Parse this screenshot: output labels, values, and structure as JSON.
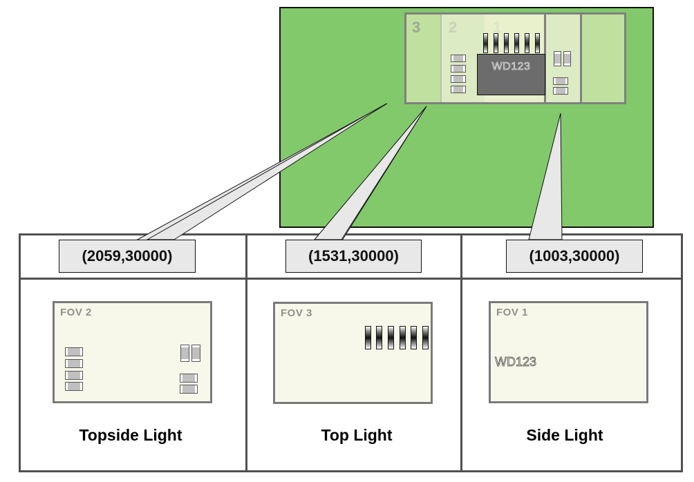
{
  "board": {
    "fov_zones": [
      {
        "id": "3",
        "label": "3"
      },
      {
        "id": "2",
        "label": "2"
      },
      {
        "id": "1",
        "label": "1"
      }
    ],
    "chip_label": "WD123",
    "colors": {
      "board_green": "#82c96c",
      "zone_light": "#c0e09f",
      "chip_gray": "#6c6c6c",
      "callout_fill": "#e8e8e8",
      "fov_background": "#f8f8ea"
    }
  },
  "columns": [
    {
      "coordinate": "(2059,30000)",
      "fov_label": "FOV 2",
      "light_label": "Topside Light",
      "content": "resistors"
    },
    {
      "coordinate": "(1531,30000)",
      "fov_label": "FOV 3",
      "light_label": "Top Light",
      "content": "chip-leads"
    },
    {
      "coordinate": "(1003,30000)",
      "fov_label": "FOV 1",
      "light_label": "Side Light",
      "content": "chip-label",
      "chip_label": "WD123"
    }
  ]
}
